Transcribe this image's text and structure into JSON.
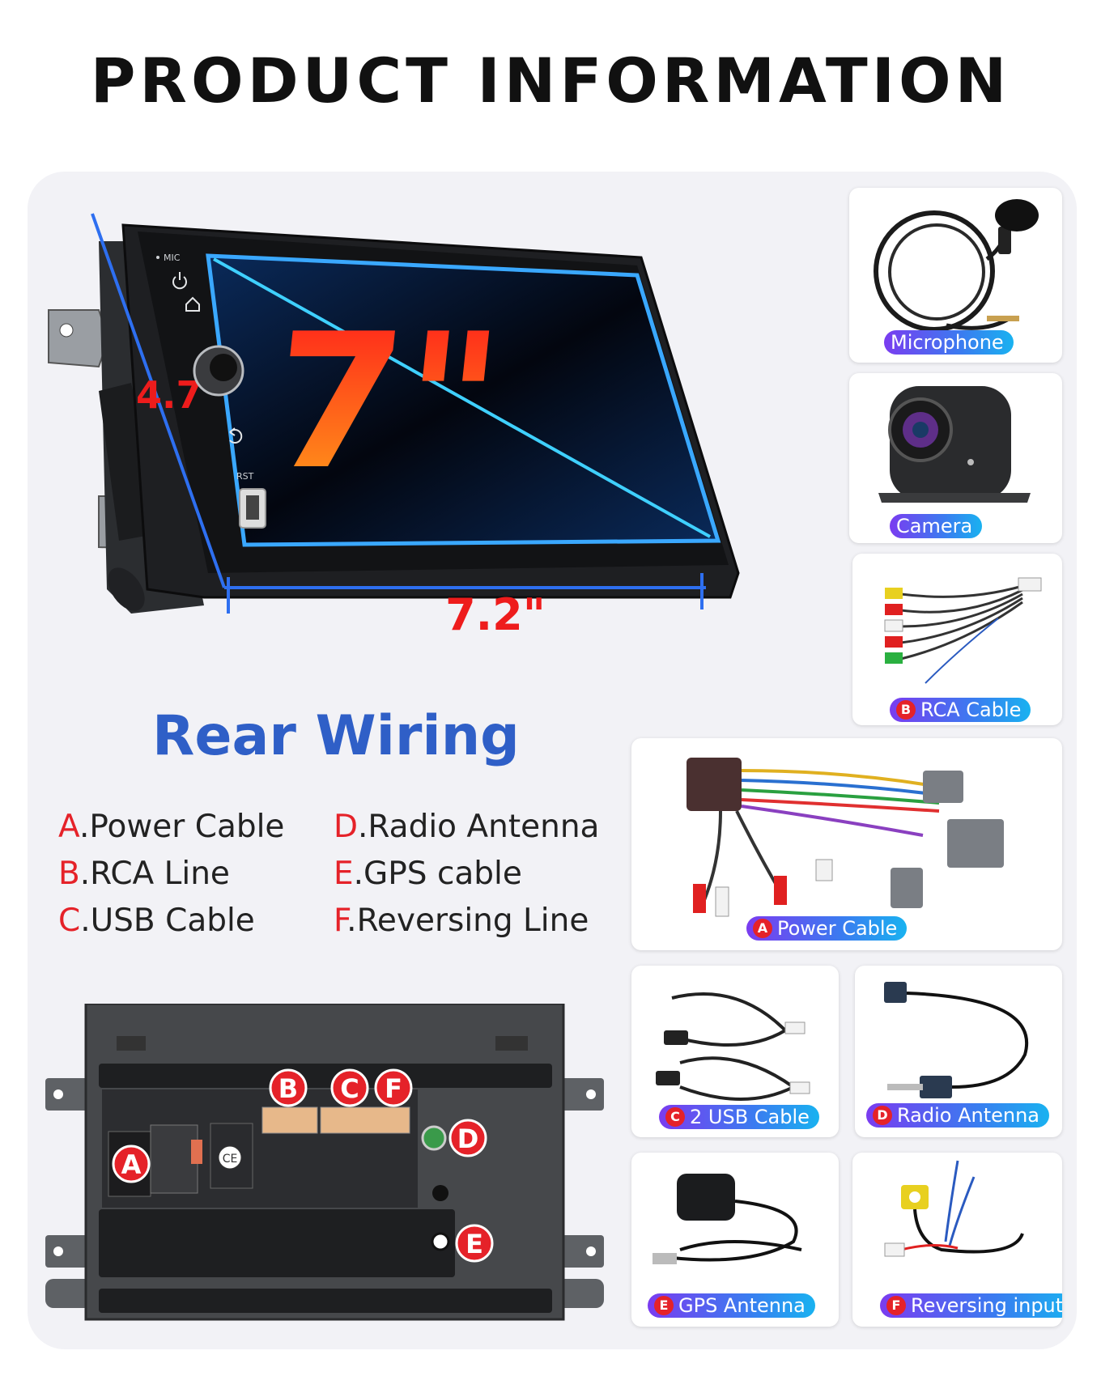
{
  "title": "PRODUCT INFORMATION",
  "device": {
    "screen_size": "7\"",
    "height_label": "4.7\"",
    "width_label": "7.2\"",
    "mic_label": "MIC",
    "rst_label": "RST"
  },
  "accessories": {
    "microphone": {
      "label": "Microphone"
    },
    "camera": {
      "label": "Camera"
    },
    "rca": {
      "badge": "B",
      "label": "RCA Cable"
    },
    "power": {
      "badge": "A",
      "label": "Power Cable"
    },
    "usb": {
      "badge": "C",
      "label": "2 USB Cable"
    },
    "radio": {
      "badge": "D",
      "label": "Radio Antenna"
    },
    "gps": {
      "badge": "E",
      "label": "GPS Antenna"
    },
    "reversing": {
      "badge": "F",
      "label": "Reversing input"
    }
  },
  "rear_wiring": {
    "title": "Rear Wiring",
    "items": [
      {
        "letter": "A",
        "text": ".Power Cable"
      },
      {
        "letter": "B",
        "text": ".RCA Line"
      },
      {
        "letter": "C",
        "text": ".USB Cable"
      },
      {
        "letter": "D",
        "text": ".Radio Antenna"
      },
      {
        "letter": "E",
        "text": ".GPS cable"
      },
      {
        "letter": "F",
        "text": ".Reversing Line"
      }
    ],
    "markers": [
      "A",
      "B",
      "C",
      "F",
      "D",
      "E"
    ],
    "ce_mark": "CE"
  },
  "colors": {
    "accent_blue": "#2f5fc7",
    "marker_red": "#e52229",
    "pill_start": "#7a3cf0",
    "pill_end": "#19b2f0"
  }
}
